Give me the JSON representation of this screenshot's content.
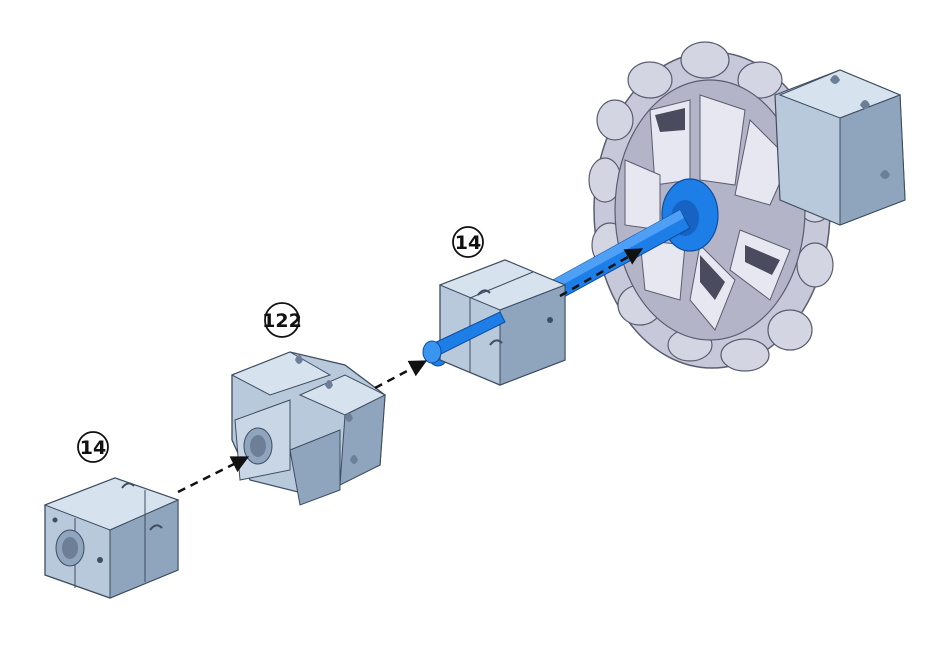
{
  "parts": [
    {
      "id": "cube-bottom",
      "label": "14"
    },
    {
      "id": "hub",
      "label": "122"
    },
    {
      "id": "cube-middle",
      "label": "14"
    }
  ],
  "colors": {
    "part_fill": "#b9c9dc",
    "part_light": "#d6e2ee",
    "part_dark": "#8fa4bd",
    "axle": "#1e7ee8",
    "axle_dark": "#1663c4",
    "wheel": "#c7c8d9",
    "wheel_dark": "#9a9bb2",
    "arrow": "#111111"
  }
}
